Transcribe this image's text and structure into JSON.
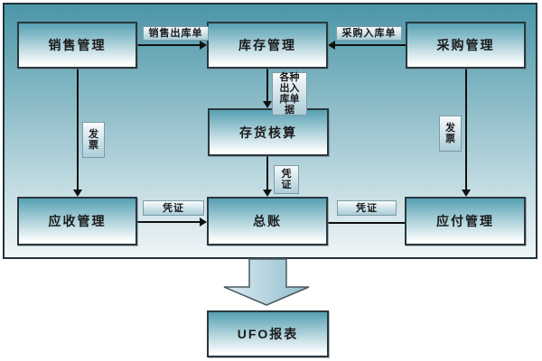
{
  "diagram": {
    "nodes": {
      "sales": "销售管理",
      "inventory": "库存管理",
      "purchase": "采购管理",
      "inventory_accounting": "存货核算",
      "receivables": "应收管理",
      "general_ledger": "总账",
      "payables": "应付管理",
      "ufo_report": "UFO报表"
    },
    "edge_labels": {
      "sales_outbound_order": "销售出库单",
      "purchase_inbound_order": "采购入库单",
      "various_in_out_docs": [
        "各种",
        "出入",
        "库单",
        "据"
      ],
      "voucher_vertical": [
        "凭",
        "证"
      ],
      "invoice_left": [
        "发",
        "票"
      ],
      "invoice_right": [
        "发",
        "票"
      ],
      "voucher_left": "凭证",
      "voucher_right": "凭证"
    },
    "colors": {
      "panel_top": "#4a96a8",
      "panel_bottom": "#f0f6f8",
      "node_top": "#56a0b3",
      "node_bottom": "#ffffff",
      "node_border": "#29383e",
      "tag_top": "#f8fbfc",
      "tag_bottom": "#abcdd8",
      "line": "#101010",
      "big_arrow_left": "#dcebf0",
      "big_arrow_right": "#8fbdcc"
    }
  }
}
